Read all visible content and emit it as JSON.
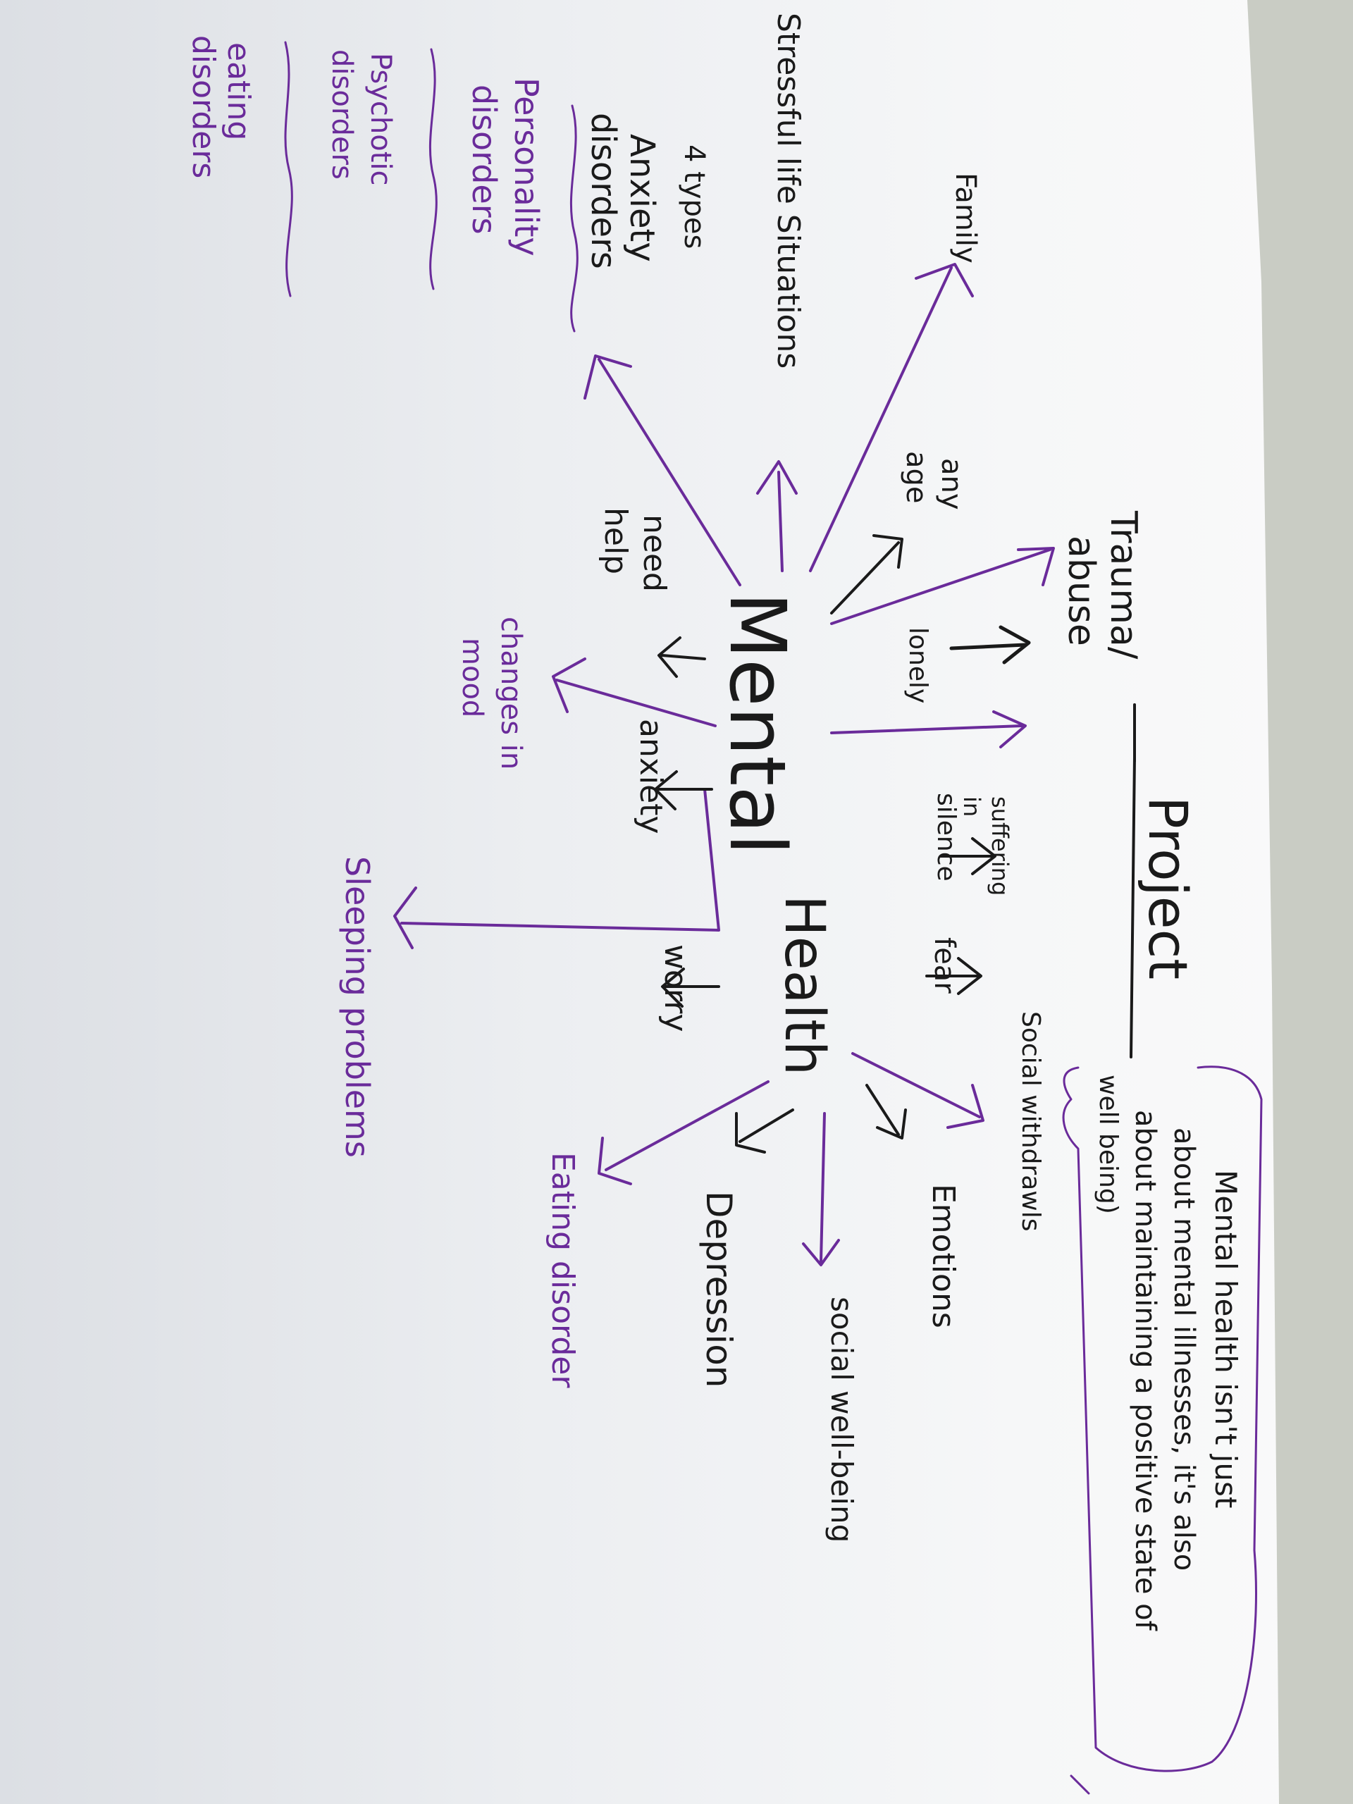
{
  "center": {
    "title_a": "Mental",
    "title_b": "Health"
  },
  "header": {
    "project": "Project"
  },
  "note": {
    "line1": "Mental health isn't just",
    "line2": "about mental illnesses, it's also",
    "line3": "about maintaining a positive state of",
    "line4": "well being)"
  },
  "nodes": {
    "trauma": "Trauma/",
    "abuse": "abuse",
    "family": "Family",
    "stressful": "Stressful life Situations",
    "four_types": "4 types",
    "anxiety_disorders_1": "Anxiety",
    "anxiety_disorders_2": "disorders",
    "personality_1": "Personality",
    "personality_2": "disorders",
    "psychotic_1": "Psychotic",
    "psychotic_2": "disorders",
    "eating_1": "eating",
    "eating_2": "disorders",
    "any_age_1": "any",
    "any_age_2": "age",
    "lonely": "lonely",
    "suffering_1": "suffering",
    "suffering_2": "in",
    "suffering_3": "silence",
    "fear": "fear",
    "need_help_1": "need",
    "need_help_2": "help",
    "changes_1": "changes in",
    "changes_2": "mood",
    "anxiety": "anxiety",
    "worry": "worry",
    "sleeping": "Sleeping problems",
    "emotions": "Emotions",
    "depression": "Depression",
    "social_withdrawals": "Social withdrawls",
    "social_wellbeing": "social well-being",
    "eating_disorder": "Eating disorder"
  },
  "colors": {
    "ink_black": "#1a1a1a",
    "ink_purple": "#6a2b9a",
    "paper": "#f3f4f6",
    "table": "#c9ccc4"
  }
}
